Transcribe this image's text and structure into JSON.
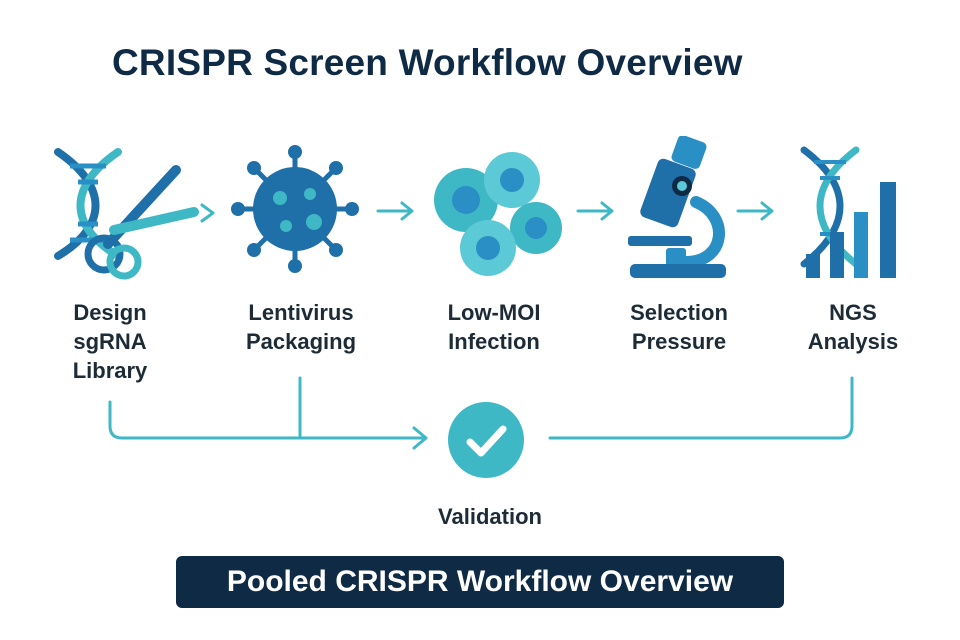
{
  "title": "CRISPR Screen Workflow Overview",
  "steps": [
    {
      "label": "Design\nsgRNA\nLibrary",
      "icon": "dna-scissors-icon"
    },
    {
      "label": "Lentivirus\nPackaging",
      "icon": "virus-icon"
    },
    {
      "label": "Low-MOI\nInfection",
      "icon": "cells-icon"
    },
    {
      "label": "Selection\nPressure",
      "icon": "microscope-icon"
    },
    {
      "label": "NGS\nAnalysis",
      "icon": "dna-bar-chart-icon"
    }
  ],
  "validation": {
    "label": "Validation",
    "icon": "checkmark-circle-icon"
  },
  "footer": "Pooled CRISPR Workflow Overview",
  "colors": {
    "navy": "#0f2a44",
    "blue": "#1f6fa8",
    "mid_blue": "#2a8fc4",
    "teal": "#3fb8c6",
    "light_teal": "#5ccad6"
  }
}
